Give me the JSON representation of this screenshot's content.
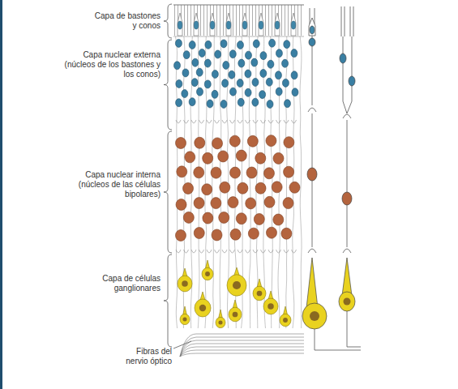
{
  "diagram": {
    "labels": [
      "Capa de bastones y conos",
      "Capa nuclear externa (núcleos de los bastones y los conos)",
      "Capa nuclear interna (núcleos de las células bipolares)",
      "Capa de células ganglionares",
      "Fibras del nervio óptico"
    ]
  }
}
